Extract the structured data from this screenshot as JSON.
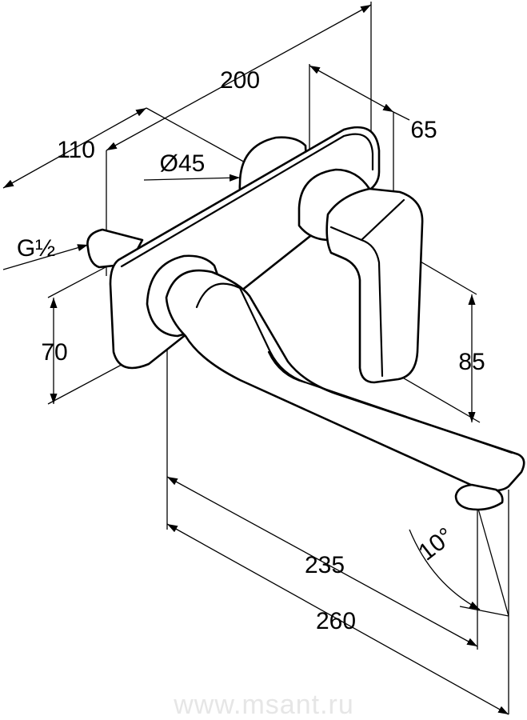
{
  "dimensions": {
    "width_total": "200",
    "depth": "65",
    "offset": "110",
    "diameter": "Ø45",
    "thread": "G½",
    "height_plate": "70",
    "height_spout": "85",
    "spout_reach": "235",
    "spout_total": "260",
    "angle": "10°"
  },
  "watermark": "www.msant.ru"
}
